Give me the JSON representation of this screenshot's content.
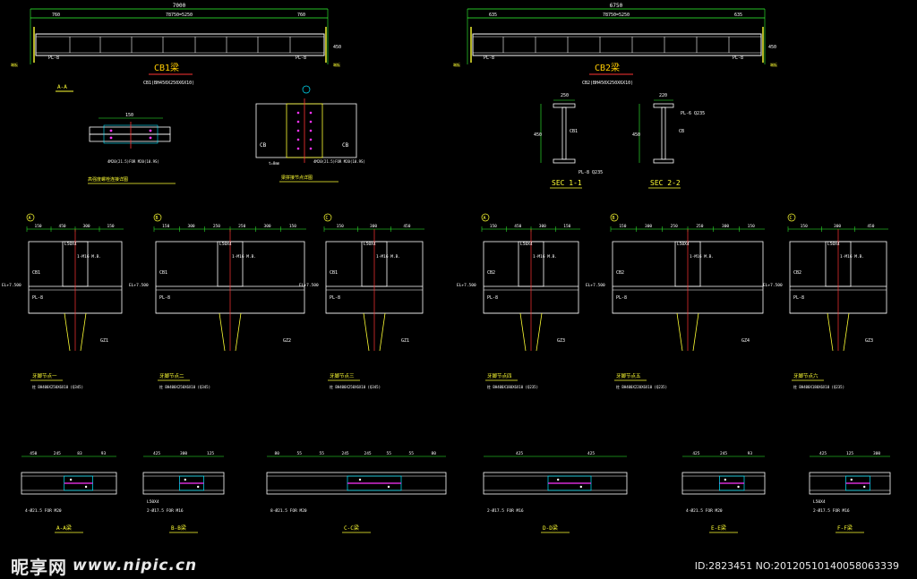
{
  "beams": [
    {
      "id": "cb1",
      "title": "CB1梁",
      "spec": "CB1(BH450X250X6X10)",
      "overall": "7000",
      "left": "760",
      "mid": "78750=5250",
      "right": "760",
      "depth": "450",
      "plate": "PL-8",
      "end_label": "端板"
    },
    {
      "id": "cb2",
      "title": "CB2梁",
      "spec": "CB2(BH450X250X6X10)",
      "overall": "6750",
      "left": "635",
      "mid": "78750=5250",
      "right": "635",
      "depth": "450",
      "plate": "PL-8",
      "end_label": "端板"
    }
  ],
  "section_aa": "A-A",
  "mid_details": [
    {
      "id": "bolt-splice",
      "caption": "高强度螺栓连接详图",
      "note": "4M20(21.5)FOR M20(10.9S)",
      "dim": "150"
    },
    {
      "id": "beam-joint",
      "caption": "梁拼接节点详图",
      "note": "4M20(21.5)FOR M20(10.9S)",
      "left": "CB",
      "right": "CB",
      "thk": "t=8mm"
    }
  ],
  "sections": [
    {
      "id": "sec11",
      "title": "SEC 1-1",
      "w": "250",
      "h": "450",
      "label": "CB1",
      "plate": "PL-8 Q235"
    },
    {
      "id": "sec22",
      "title": "SEC 2-2",
      "w": "220",
      "h": "450",
      "label": "CB",
      "plate": "PL-6 Q235"
    }
  ],
  "nodes": [
    {
      "grid": "A",
      "caption": "牙脚节点一",
      "spec": "柱 BH400X250X6X10 (Q345)",
      "col": "GZ1",
      "beam": "CB1",
      "plate": "PL-8",
      "angle": "L50X4",
      "bolt": "1-M16 M.B.",
      "el": "EL+7.500",
      "dims": [
        "150",
        "450",
        "300",
        "150"
      ]
    },
    {
      "grid": "B",
      "caption": "牙脚节点二",
      "spec": "柱 BH400X250X6X10 (Q345)",
      "col": "GZ2",
      "beam": "CB1",
      "plate": "PL-8",
      "angle": "L50X4",
      "bolt": "1-M16 M.B.",
      "el": "EL+7.500",
      "dims": [
        "150",
        "300",
        "250",
        "250",
        "300",
        "150"
      ]
    },
    {
      "grid": "C",
      "caption": "牙脚节点三",
      "spec": "柱 BH400X250X6X10 (Q345)",
      "col": "GZ1",
      "beam": "CB1",
      "plate": "PL-8",
      "angle": "L50X4",
      "bolt": "1-M16 M.B.",
      "el": "EL+7.500",
      "dims": [
        "150",
        "300",
        "450"
      ]
    },
    {
      "grid": "A",
      "caption": "牙脚节点四",
      "spec": "柱 BH400X180X6X10 (Q235)",
      "col": "GZ3",
      "beam": "CB2",
      "plate": "PL-8",
      "angle": "L50X4",
      "bolt": "1-M16 M.B.",
      "el": "EL+7.500",
      "dims": [
        "150",
        "450",
        "300",
        "150"
      ]
    },
    {
      "grid": "B",
      "caption": "牙脚节点五",
      "spec": "柱 BH400X220X6X10 (Q235)",
      "col": "GZ4",
      "beam": "CB2",
      "plate": "PL-8",
      "angle": "L50X4",
      "bolt": "1-M16 M.B.",
      "el": "EL+7.500",
      "dims": [
        "150",
        "300",
        "250",
        "250",
        "300",
        "150"
      ]
    },
    {
      "grid": "C",
      "caption": "牙脚节点六",
      "spec": "柱 BH400X180X6X10 (Q235)",
      "col": "GZ3",
      "beam": "CB2",
      "plate": "PL-8",
      "angle": "L50X4",
      "bolt": "1-M16 M.B.",
      "el": "EL+7.500",
      "dims": [
        "150",
        "300",
        "450"
      ]
    }
  ],
  "plans": [
    {
      "caption": "A-A梁",
      "note": "4-Ø21.5 FOR M20",
      "dims": [
        "450",
        "245",
        "83",
        "93"
      ]
    },
    {
      "caption": "B-B梁",
      "note": "2-Ø17.5 FOR M16",
      "dims": [
        "425",
        "300",
        "125"
      ],
      "angle": "L50X4"
    },
    {
      "caption": "C-C梁",
      "note": "8-Ø21.5 FOR M20",
      "dims": [
        "80",
        "55",
        "55",
        "245",
        "245",
        "55",
        "55",
        "80"
      ]
    },
    {
      "caption": "D-D梁",
      "note": "2-Ø17.5 FOR M16",
      "dims": [
        "425",
        "425"
      ]
    },
    {
      "caption": "E-E梁",
      "note": "4-Ø21.5 FOR M20",
      "dims": [
        "425",
        "245",
        "93"
      ]
    },
    {
      "caption": "F-F梁",
      "note": "2-Ø17.5 FOR M16",
      "dims": [
        "425",
        "125",
        "300"
      ],
      "angle": "L50X4"
    }
  ],
  "watermark": {
    "brand": "昵享网",
    "url": "www.nipic.cn"
  },
  "image_meta": "ID:2823451 NO:20120510140058063339",
  "colors": {
    "line": "#ffffff",
    "dim": "#33ff33",
    "accent": "#ff3333",
    "cyan": "#00e5ff",
    "yellow": "#ffff33",
    "magenta": "#ff33ff",
    "caption": "#ffcc00"
  }
}
